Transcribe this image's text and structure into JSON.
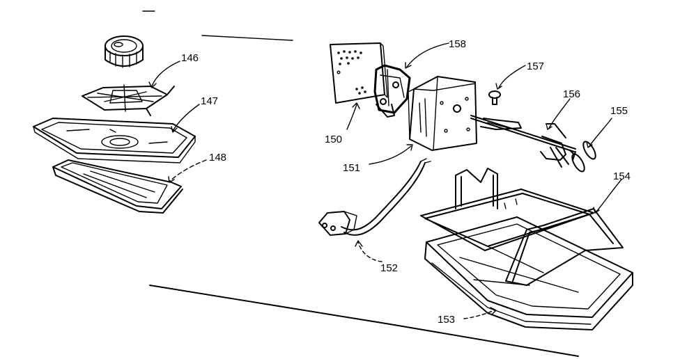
{
  "callouts": {
    "p146": "146",
    "p147": "147",
    "p148": "148",
    "p150": "150",
    "p151": "151",
    "p152": "152",
    "p153": "153",
    "p154": "154",
    "p155": "155",
    "p156": "156",
    "p157": "157",
    "p158": "158"
  }
}
